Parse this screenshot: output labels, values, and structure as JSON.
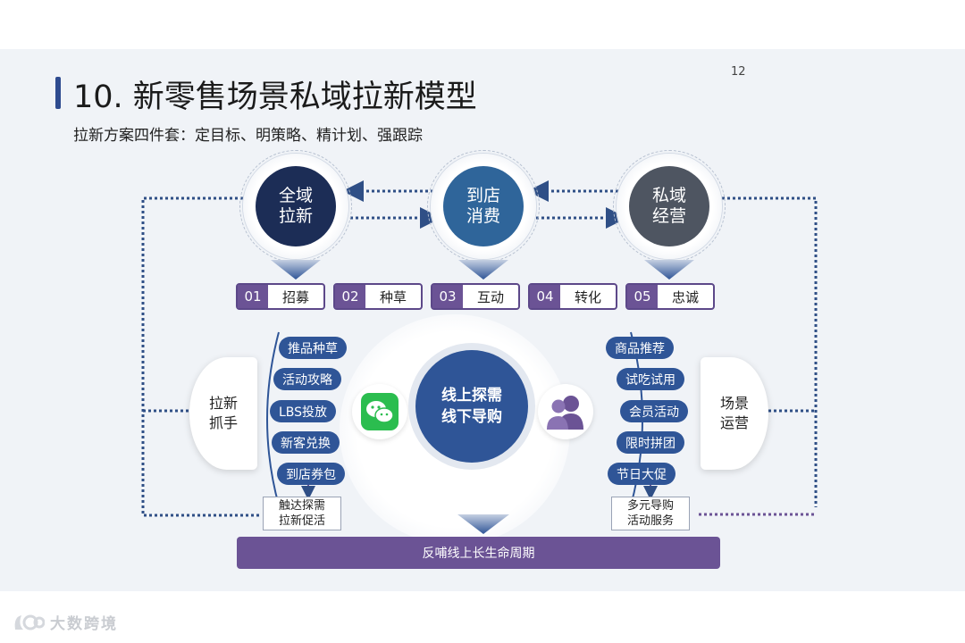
{
  "header": {
    "title": "10. 新零售场景私域拉新模型",
    "subtitle": "拉新方案四件套：定目标、明策略、精计划、强跟踪",
    "page_number": "12"
  },
  "top_circles": [
    {
      "label": "全域\n拉新",
      "color": "#1c2d56"
    },
    {
      "label": "到店\n消费",
      "color": "#2f659a"
    },
    {
      "label": "私域\n经营",
      "color": "#4e5561"
    }
  ],
  "steps": [
    {
      "num": "01",
      "label": "招募"
    },
    {
      "num": "02",
      "label": "种草"
    },
    {
      "num": "03",
      "label": "互动"
    },
    {
      "num": "04",
      "label": "转化"
    },
    {
      "num": "05",
      "label": "忠诚"
    }
  ],
  "left_panel": {
    "label": "拉新\n抓手"
  },
  "right_panel": {
    "label": "场景\n运营"
  },
  "left_pills": [
    "推品种草",
    "活动攻略",
    "LBS投放",
    "新客兑换",
    "到店券包"
  ],
  "right_pills": [
    "商品推荐",
    "试吃试用",
    "会员活动",
    "限时拼团",
    "节日大促"
  ],
  "center": {
    "label": "线上探需\n线下导购"
  },
  "left_box": {
    "label": "触达探需\n拉新促活"
  },
  "right_box": {
    "label": "多元导购\n活动服务"
  },
  "bottom_bar": {
    "label": "反哺线上长生命周期"
  },
  "icons": {
    "left": "wechat-icon",
    "right": "users-icon"
  },
  "watermark": {
    "text": "大数跨境"
  },
  "colors": {
    "primary_blue": "#2f5597",
    "purple": "#6b5395",
    "dark_navy": "#1c2d56",
    "gray": "#4e5561"
  }
}
